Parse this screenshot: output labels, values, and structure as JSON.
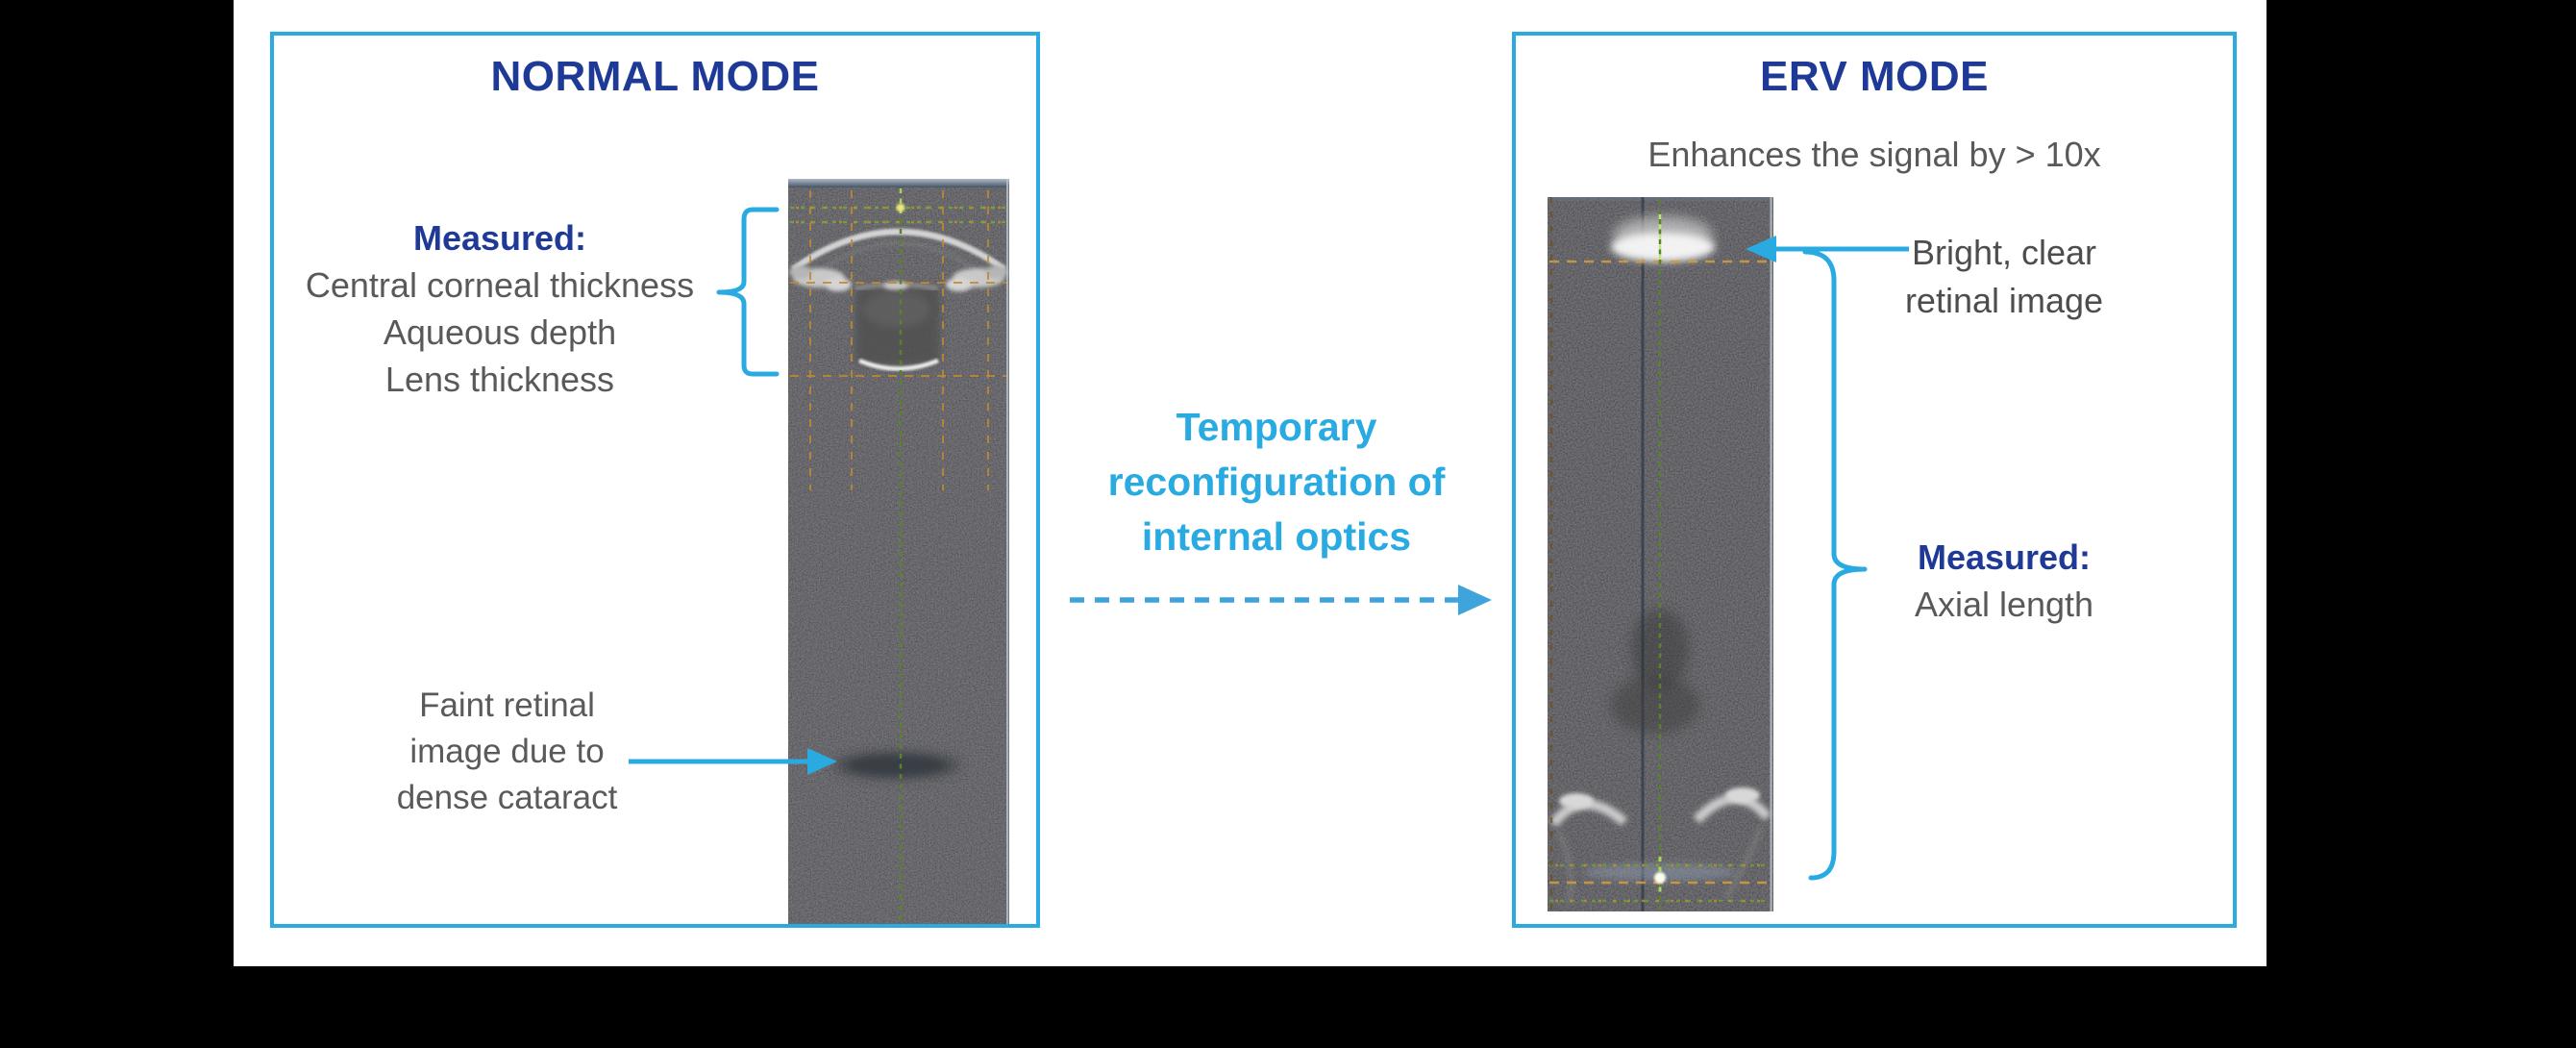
{
  "page": {
    "background": "#000000",
    "surface": "#ffffff"
  },
  "colors": {
    "accent_cyan": "#29ABE2",
    "heading_blue": "#1E3A96",
    "body_gray": "#58595B",
    "scan_grid_orange": "#C08A2E",
    "scan_grid_green": "#6F9A36"
  },
  "left_panel": {
    "title": "NORMAL MODE",
    "measured_label": "Measured:",
    "measured_items": [
      "Central corneal thickness",
      "Aqueous depth",
      "Lens thickness"
    ],
    "annotation_lines": [
      "Faint retinal",
      "image due to",
      "dense cataract"
    ],
    "scan_description": "anterior-segment-oct-scan"
  },
  "middle": {
    "caption_lines": [
      "Temporary",
      "reconfiguration of",
      "internal optics"
    ]
  },
  "right_panel": {
    "title": "ERV MODE",
    "subtitle": "Enhances the signal by > 10x",
    "annotation_lines": [
      "Bright, clear",
      "retinal image"
    ],
    "measured_label": "Measured:",
    "measured_items": [
      "Axial length"
    ],
    "scan_description": "erv-mode-oct-scan"
  }
}
